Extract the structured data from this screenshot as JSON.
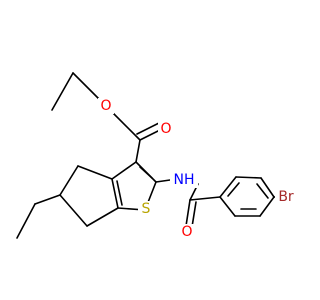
{
  "atoms": {
    "o_ester": {
      "label": "O",
      "color": "#ff0000"
    },
    "o_carbonyl_ester": {
      "label": "O",
      "color": "#ff0000"
    },
    "nh": {
      "label": "NH",
      "color": "#0000ff"
    },
    "s": {
      "label": "S",
      "color": "#b8a500"
    },
    "o_amide": {
      "label": "O",
      "color": "#ff0000"
    },
    "br": {
      "label": "Br",
      "color": "#a52a2a"
    }
  },
  "colors": {
    "bond": "#000000",
    "background": "#ffffff"
  }
}
